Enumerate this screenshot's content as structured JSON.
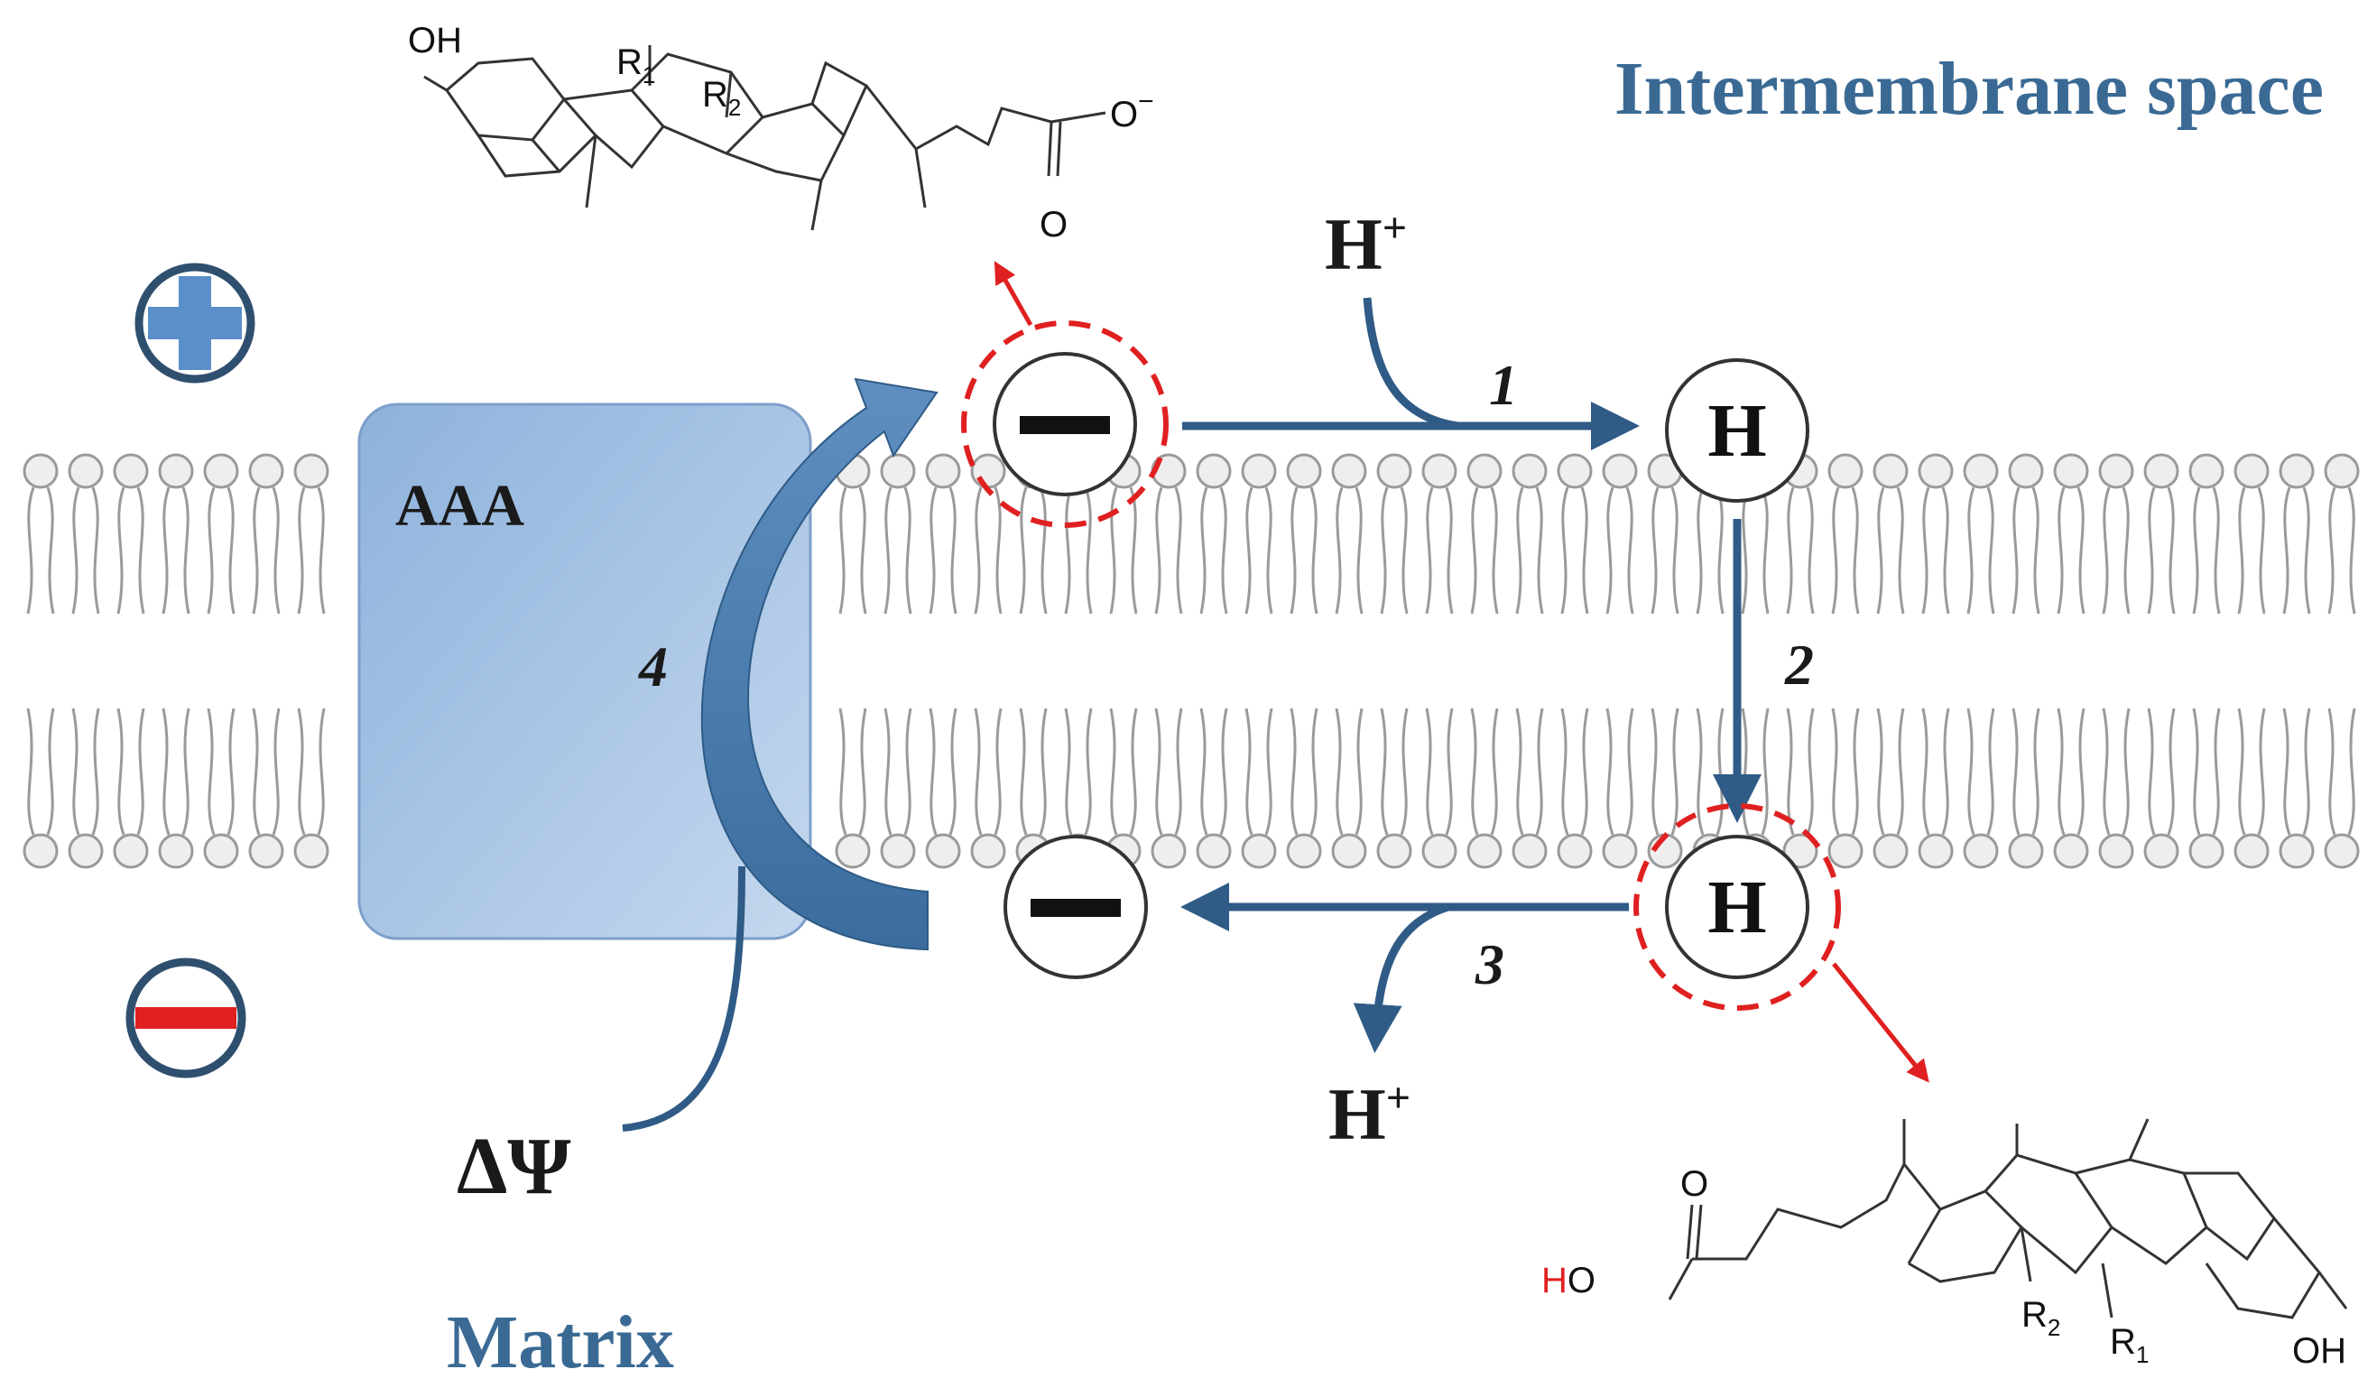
{
  "labels": {
    "intermembrane_space": "Intermembrane space",
    "matrix": "Matrix",
    "transporter": "AAA",
    "delta_psi": "ΔΨ",
    "h_plus_top": "H",
    "h_plus_top_sup": "+",
    "h_plus_bottom": "H",
    "h_plus_bottom_sup": "+",
    "protonated_top": "H",
    "protonated_bottom": "H",
    "step_1": "1",
    "step_2": "2",
    "step_3": "3",
    "step_4": "4"
  },
  "molecule_top": {
    "oh": "OH",
    "r1": "R",
    "r1_sub": "1",
    "r2": "R",
    "r2_sub": "2",
    "carbonyl_o": "O",
    "anion": "O",
    "anion_sup": "−"
  },
  "molecule_bottom": {
    "carbonyl_o": "O",
    "acid_h": "H",
    "acid_o": "O",
    "r2": "R",
    "r2_sub": "2",
    "r1": "R",
    "r1_sub": "1",
    "oh": "OH"
  },
  "colors": {
    "arrow_blue": "#2f5b86",
    "title_blue": "#3a6a94",
    "transporter_fill": "#a9c6e6",
    "highlight_red": "#e02020",
    "membrane_grey": "#9a9a9a"
  }
}
